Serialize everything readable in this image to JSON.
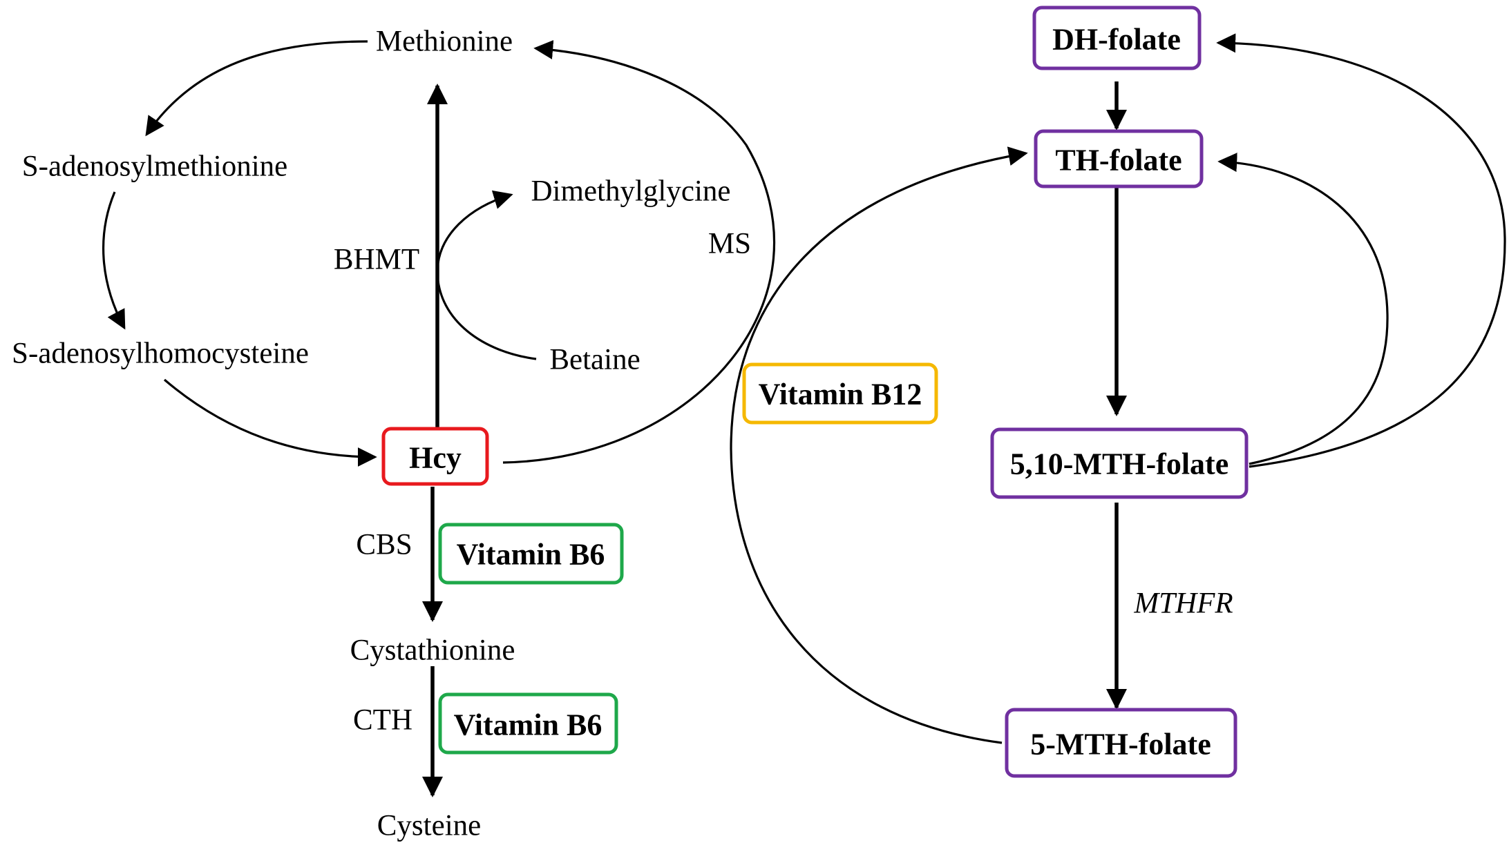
{
  "metabolites": {
    "methionine": "Methionine",
    "sam": "S-adenosylmethionine",
    "sah": "S-adenosylhomocysteine",
    "dimethylglycine": "Dimethylglycine",
    "betaine": "Betaine",
    "cystathionine": "Cystathionine",
    "cysteine": "Cysteine"
  },
  "enzymes": {
    "bhmt": "BHMT",
    "ms": "MS",
    "cbs": "CBS",
    "cth": "CTH",
    "mthfr": "MTHFR"
  },
  "boxes": {
    "hcy": "Hcy",
    "vitamin_b6_cbs": "Vitamin B6",
    "vitamin_b6_cth": "Vitamin B6",
    "vitamin_b12": "Vitamin B12",
    "dh_folate": "DH-folate",
    "th_folate": "TH-folate",
    "mth_folate_510": "5,10-MTH-folate",
    "mth_folate_5": "5-MTH-folate"
  },
  "colors": {
    "hcy": "#e8191e",
    "vitamin_b6": "#1ea84a",
    "vitamin_b12": "#f5b800",
    "folate": "#7030a0",
    "arrow": "#000000"
  }
}
